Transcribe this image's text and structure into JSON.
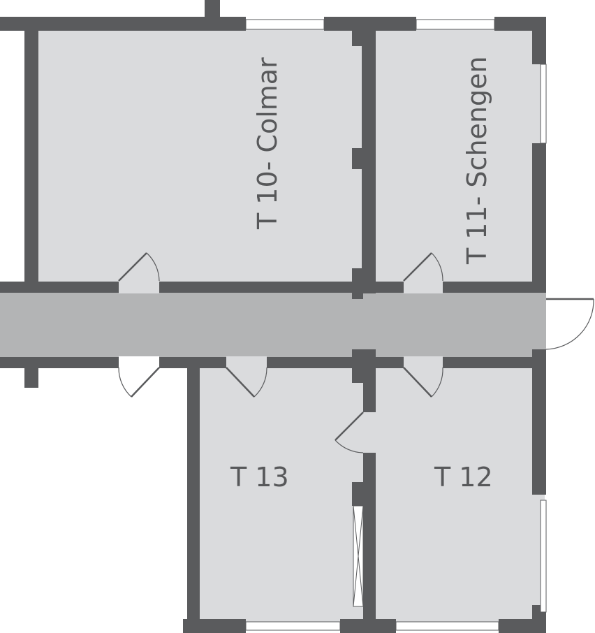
{
  "floorplan": {
    "rooms": [
      {
        "id": "t10",
        "label": "T 10- Colmar"
      },
      {
        "id": "t11",
        "label": "T 11- Schengen"
      },
      {
        "id": "t12",
        "label": "T 12"
      },
      {
        "id": "t13",
        "label": "T 13"
      }
    ],
    "colors": {
      "wall": "#5a5b5d",
      "room_fill": "#dadbdd",
      "corridor_fill": "#b3b4b5",
      "background": "#ffffff"
    }
  }
}
